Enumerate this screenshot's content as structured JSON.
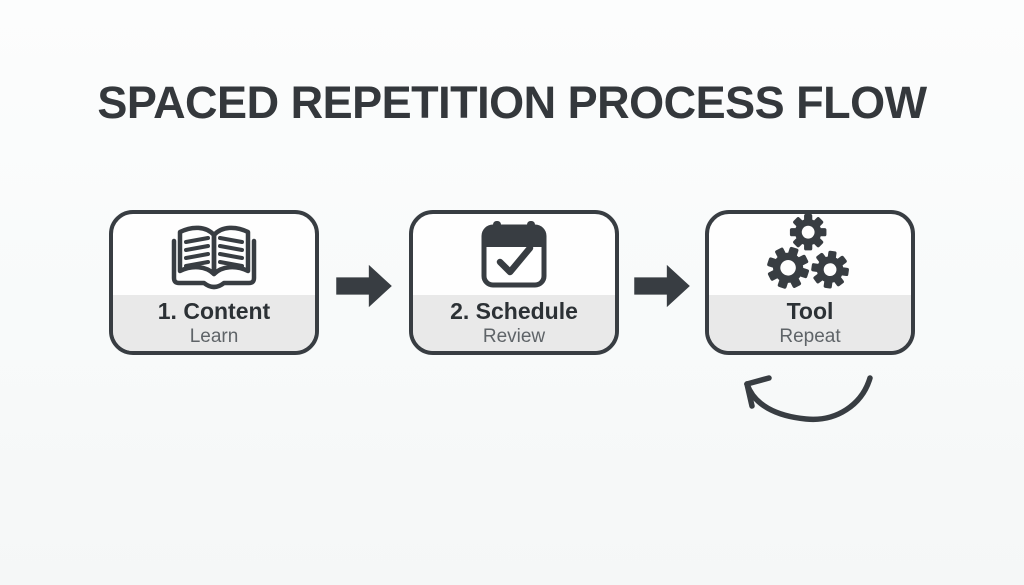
{
  "title": "SPACED REPETITION PROCESS FLOW",
  "steps": [
    {
      "icon": "open-book-icon",
      "label": "1. Content",
      "sublabel": "Learn"
    },
    {
      "icon": "calendar-check-icon",
      "label": "2. Schedule",
      "sublabel": "Review"
    },
    {
      "icon": "gears-icon",
      "label": "Tool",
      "sublabel": "Repeat"
    }
  ],
  "connectors": {
    "between_steps": "solid right arrows",
    "after_last_step": "curved loop-back arrow"
  },
  "colors": {
    "background": "#f9fafa",
    "ink": "#383d42",
    "box_fill": "#fefefe",
    "box_border": "#383d42",
    "band_fill": "#e9e9e9",
    "title_text": "#34383c",
    "label_text": "#2c3135",
    "sublabel_text": "#5f6468"
  }
}
